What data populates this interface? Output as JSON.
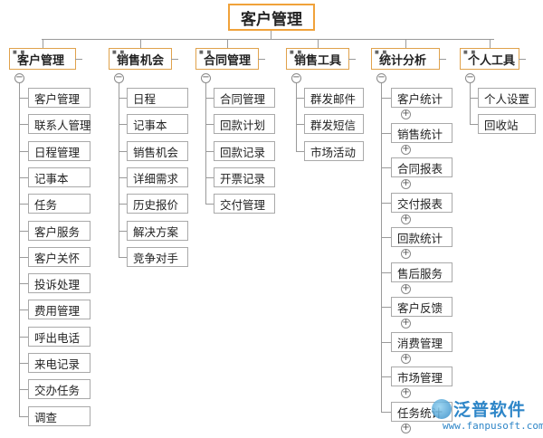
{
  "root": "客户管理",
  "categories": [
    {
      "label": "客户管理",
      "items": [
        "客户管理",
        "联系人管理",
        "日程管理",
        "记事本",
        "任务",
        "客户服务",
        "客户关怀",
        "投诉处理",
        "费用管理",
        "呼出电话",
        "来电记录",
        "交办任务",
        "调查"
      ]
    },
    {
      "label": "销售机会",
      "items": [
        "日程",
        "记事本",
        "销售机会",
        "详细需求",
        "历史报价",
        "解决方案",
        "竞争对手"
      ]
    },
    {
      "label": "合同管理",
      "items": [
        "合同管理",
        "回款计划",
        "回款记录",
        "开票记录",
        "交付管理"
      ]
    },
    {
      "label": "销售工具",
      "items": [
        "群发邮件",
        "群发短信",
        "市场活动"
      ]
    },
    {
      "label": "统计分析",
      "items": [
        "客户统计",
        "销售统计",
        "合同报表",
        "交付报表",
        "回款统计",
        "售后服务",
        "客户反馈",
        "消费管理",
        "市场管理",
        "任务统计"
      ]
    },
    {
      "label": "个人工具",
      "items": [
        "个人设置",
        "回收站"
      ]
    }
  ],
  "watermark": {
    "brand": "泛普软件",
    "url": "www.fanpusoft.com"
  }
}
